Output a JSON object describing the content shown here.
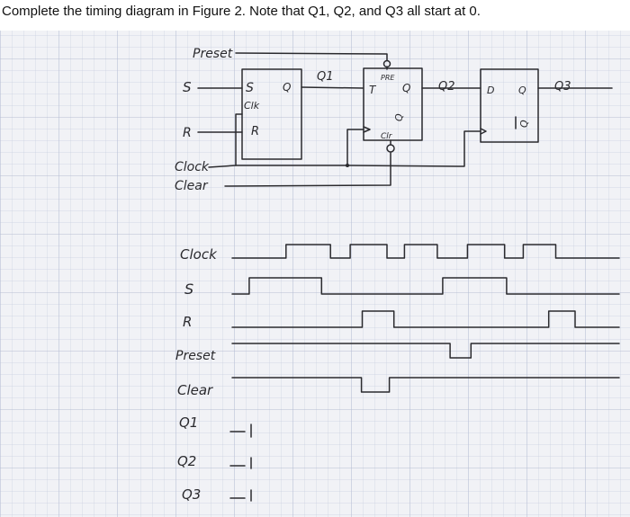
{
  "question": "Complete the timing diagram in Figure 2. Note that Q1, Q2, and Q3 all start at 0.",
  "circuit": {
    "input_labels": {
      "preset": "Preset",
      "s": "S",
      "r": "R",
      "clock": "Clock",
      "clear": "Clear"
    },
    "sr_ff": {
      "s": "S",
      "clk": "Clk",
      "r": "R",
      "q": "Q"
    },
    "t_ff": {
      "t": "T",
      "pre": "PRE",
      "q": "Q",
      "qbar": "Q",
      "clr": "Clr"
    },
    "d_ff": {
      "d": "D",
      "q": "Q",
      "qbar": "Q"
    },
    "output_labels": {
      "q1": "Q1",
      "q2": "Q2",
      "q3": "Q3"
    }
  },
  "timing": {
    "signals": [
      {
        "label": "Clock",
        "initial_level": 0,
        "edges": [
          0.139,
          0.254,
          0.305,
          0.4,
          0.445,
          0.53,
          0.608,
          0.704,
          0.752,
          0.836
        ]
      },
      {
        "label": "S",
        "initial_level": 0,
        "edges": [
          0.044,
          0.231,
          0.544,
          0.709
        ]
      },
      {
        "label": "R",
        "initial_level": 0,
        "edges": [
          0.336,
          0.418,
          0.818,
          0.886
        ]
      },
      {
        "label": "Preset",
        "initial_level": 1,
        "edges": [
          0.563,
          0.617
        ]
      },
      {
        "label": "Clear",
        "initial_level": 1,
        "edges": [
          0.334,
          0.406
        ]
      },
      {
        "label": "Q1",
        "start": "0"
      },
      {
        "label": "Q2",
        "start": "0"
      },
      {
        "label": "Q3",
        "start": "0"
      }
    ]
  }
}
